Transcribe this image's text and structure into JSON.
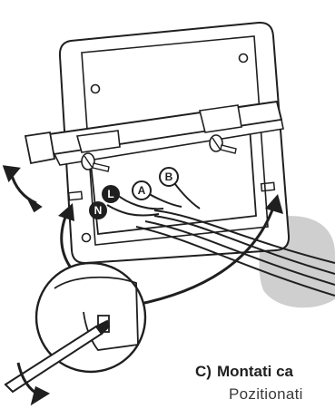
{
  "caption": {
    "step_letter": "C)",
    "title": "Montati ca",
    "subtitle": "Pozitionati"
  },
  "wire_labels": [
    {
      "id": "N",
      "text": "N",
      "style": "dark"
    },
    {
      "id": "L",
      "text": "L",
      "style": "dark"
    },
    {
      "id": "A",
      "text": "A",
      "style": "light"
    },
    {
      "id": "B",
      "text": "B",
      "style": "light"
    }
  ],
  "colors": {
    "line": "#1f1f1f",
    "shadow": "#c8c8c8",
    "badge_dark": "#1f1f1f",
    "badge_light": "#ffffff"
  }
}
